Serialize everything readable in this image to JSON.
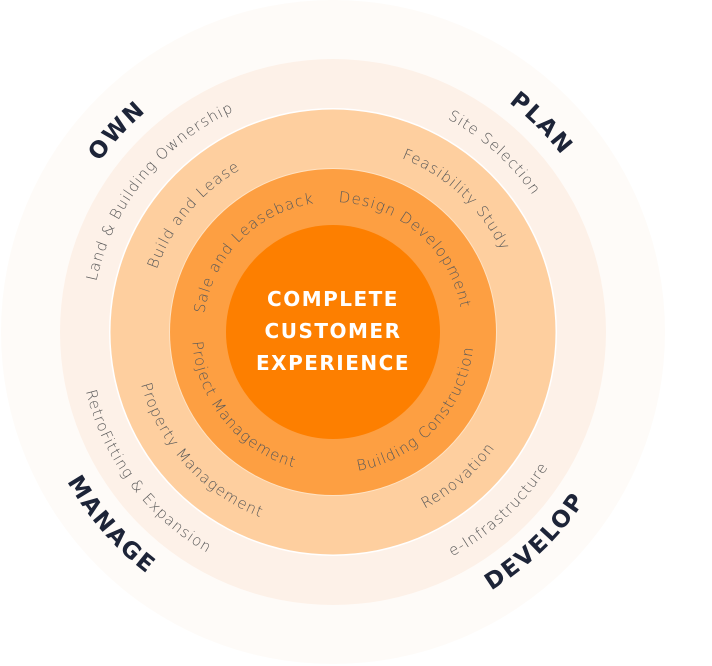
{
  "colors": {
    "halo": "#fefbf8",
    "outer_ring": "#fdf1e8",
    "light_ring": "#fecf9f",
    "middle_ring": "#fd9f42",
    "core": "#fd7f00",
    "phase_label": "#1d2438",
    "ring_text": "#5a5a5a"
  },
  "center": {
    "line1": "COMPLETE",
    "line2": "CUSTOMER",
    "line3": "EXPERIENCE"
  },
  "phases": {
    "own": "OWN",
    "plan": "PLAN",
    "manage": "MANAGE",
    "develop": "DEVELOP"
  },
  "outer_ring": {
    "own": "Land & Building Ownership",
    "plan": "Site Selection",
    "manage": "RetroFitting & Expansion",
    "develop": "e-Infrastructure"
  },
  "light_ring": {
    "own": "Build and Lease",
    "plan": "Feasibility Study",
    "manage": "Property Management",
    "develop": "Renovation"
  },
  "middle_ring": {
    "own": "Sale and Leaseback",
    "plan": "Design Development",
    "manage": "Project Management",
    "develop": "Building Construction"
  }
}
